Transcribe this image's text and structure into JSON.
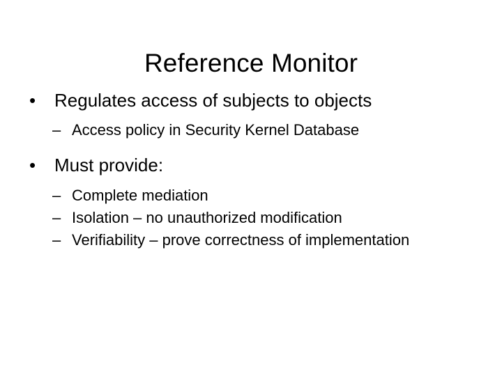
{
  "slide": {
    "title": "Reference Monitor",
    "background_color": "#ffffff",
    "text_color": "#000000",
    "bullet_marker": "•",
    "sub_bullet_marker": "–",
    "content": [
      {
        "level": 1,
        "text": "Regulates access of subjects to objects",
        "children": [
          {
            "level": 2,
            "text": "Access policy in Security Kernel Database"
          }
        ]
      },
      {
        "level": 1,
        "text": "Must provide:",
        "children": [
          {
            "level": 2,
            "text": "Complete mediation"
          },
          {
            "level": 2,
            "text": "Isolation – no unauthorized modification"
          },
          {
            "level": 2,
            "text": "Verifiability – prove correctness of implementation"
          }
        ]
      }
    ]
  }
}
